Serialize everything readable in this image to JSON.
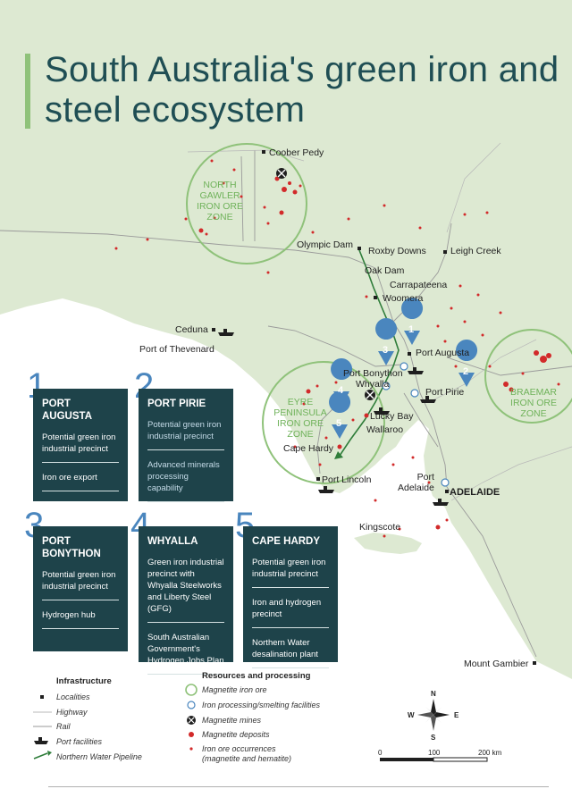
{
  "title": "South Australia's green iron and steel ecosystem",
  "colors": {
    "land": "#dde9d2",
    "sea": "#ffffff",
    "card": "#1e434a",
    "accent_green": "#8fc27a",
    "marker_blue": "#4a86be",
    "deposit_red": "#d22a2a",
    "pipeline": "#2f7d3a"
  },
  "places": {
    "coober_pedy": "Coober Pedy",
    "olympic_dam": "Olympic Dam",
    "roxby_downs": "Roxby Downs",
    "leigh_creek": "Leigh Creek",
    "oak_dam": "Oak Dam",
    "carrapateena": "Carrapateena",
    "woomera": "Woomera",
    "ceduna": "Ceduna",
    "port_of_thevenard": "Port of Thevenard",
    "port_augusta": "Port Augusta",
    "port_bonython": "Port Bonython",
    "whyalla": "Whyalla",
    "port_pirie": "Port Pirie",
    "lucky_bay": "Lucky Bay",
    "wallaroo": "Wallaroo",
    "cape_hardy": "Cape Hardy",
    "port_lincoln": "Port Lincoln",
    "port_adelaide": "Port\nAdelaide",
    "adelaide": "ADELAIDE",
    "kingscote": "Kingscote",
    "mount_gambier": "Mount Gambier"
  },
  "zones": {
    "north_gawler": "NORTH\nGAWLER\nIRON ORE\nZONE",
    "eyre_peninsula": "EYRE\nPENINSULA\nIRON ORE\nZONE",
    "braemar": "BRAEMAR\nIRON ORE\nZONE"
  },
  "markers": [
    "1",
    "2",
    "3",
    "4",
    "5"
  ],
  "cards": [
    {
      "num": "1",
      "title": "PORT AUGUSTA",
      "items": [
        "Potential green iron industrial precinct",
        "Iron ore export"
      ]
    },
    {
      "num": "2",
      "title": "PORT PIRIE",
      "items": [
        "Potential green iron industrial precinct",
        "Advanced minerals processing capability"
      ]
    },
    {
      "num": "3",
      "title": "PORT BONYTHON",
      "items": [
        "Potential green iron industrial precinct",
        "Hydrogen hub"
      ]
    },
    {
      "num": "4",
      "title": "WHYALLA",
      "items": [
        "Green iron industrial precinct with Whyalla Steelworks and Liberty Steel (GFG)",
        "South Australian Government's Hydrogen Jobs Plan"
      ]
    },
    {
      "num": "5",
      "title": "CAPE HARDY",
      "items": [
        "Potential green iron industrial precinct",
        "Iron and hydrogen precinct",
        "Northern Water desalination plant"
      ]
    }
  ],
  "legend": {
    "infrastructure_title": "Infrastructure",
    "infrastructure": [
      "Localities",
      "Highway",
      "Rail",
      "Port facilities",
      "Northern Water Pipeline"
    ],
    "resources_title": "Resources and processing",
    "resources": [
      "Magnetite iron ore",
      "Iron processing/smelting facilities",
      "Magnetite mines",
      "Magnetite deposits",
      "Iron ore occurrences\n(magnetite and hematite)"
    ]
  },
  "compass": {
    "n": "N",
    "s": "S",
    "e": "E",
    "w": "W"
  },
  "scale": {
    "labels": [
      "0",
      "100",
      "200 km"
    ]
  }
}
